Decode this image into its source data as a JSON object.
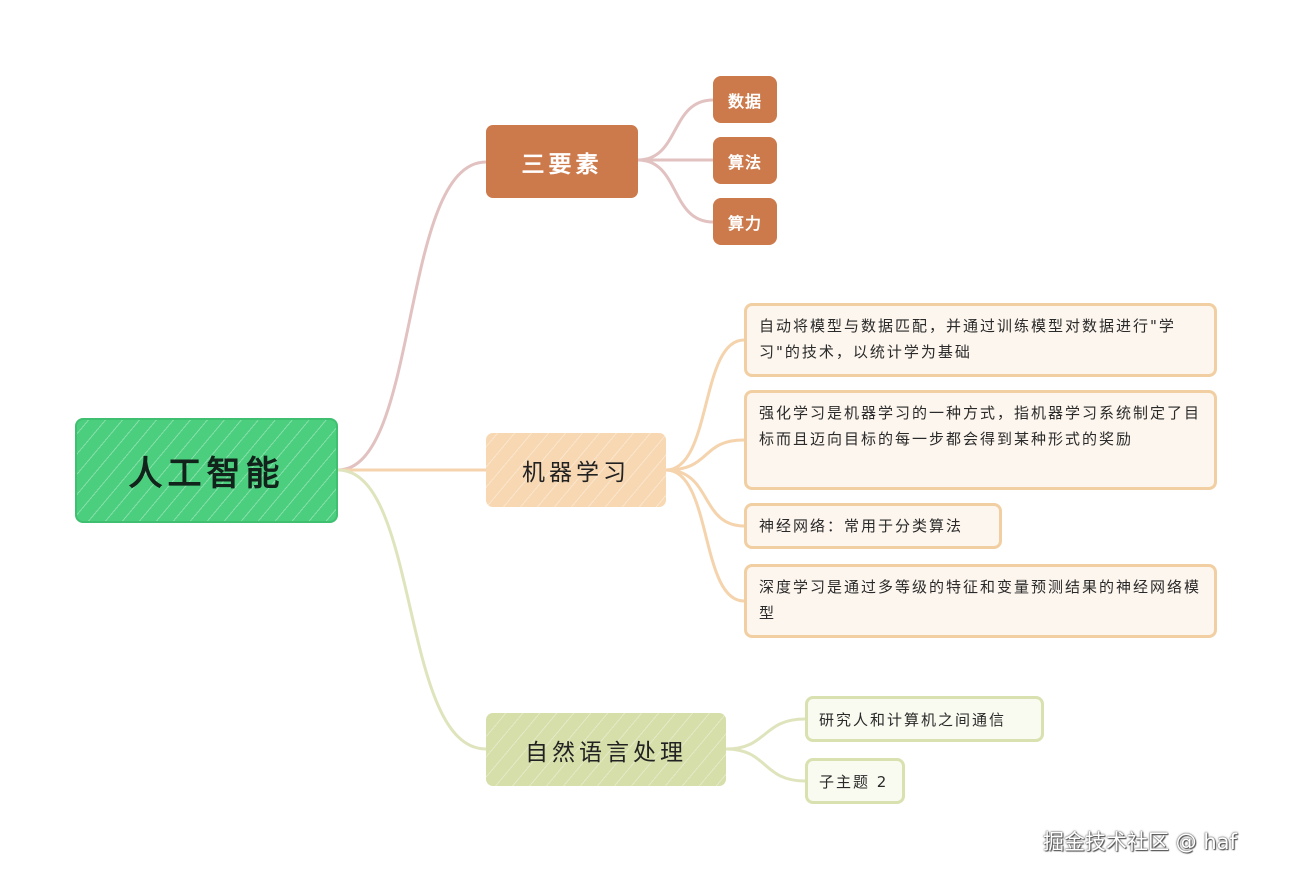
{
  "root": {
    "label": "人工智能",
    "color": "#4cce7f"
  },
  "branches": [
    {
      "label": "三要素",
      "color": "#cc7a4b",
      "children": [
        "数据",
        "算法",
        "算力"
      ]
    },
    {
      "label": "机器学习",
      "color": "#f7d8b2",
      "children": [
        "自动将模型与数据匹配，并通过训练模型对数据进行\"学习\"的技术，以统计学为基础",
        "强化学习是机器学习的一种方式，指机器学习系统制定了目标而且迈向目标的每一步都会得到某种形式的奖励",
        "神经网络：常用于分类算法",
        "深度学习是通过多等级的特征和变量预测结果的神经网络模型"
      ]
    },
    {
      "label": "自然语言处理",
      "color": "#d6dea9",
      "children": [
        "研究人和计算机之间通信",
        "子主题 2"
      ]
    }
  ],
  "watermark": "掘金技术社区 @ haf"
}
